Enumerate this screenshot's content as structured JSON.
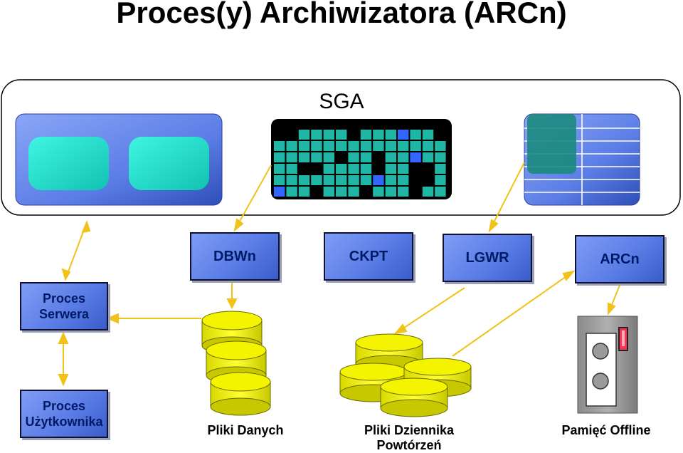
{
  "title": "Proces(y) Archiwizatora (ARCn)",
  "sga_label": "SGA",
  "processes": {
    "dbwn": "DBWn",
    "ckpt": "CKPT",
    "lgwr": "LGWR",
    "arcn": "ARCn",
    "server_line1": "Proces",
    "server_line2": "Serwera",
    "user_line1": "Proces",
    "user_line2": "Użytkownika"
  },
  "storage": {
    "data_files": "Pliki Danych",
    "redo_line1": "Pliki Dziennika",
    "redo_line2": "Powtórzeń",
    "offline": "Pamięć Offline"
  },
  "colors": {
    "box_blue": "#5b7de6",
    "cyan": "#1fd6c4",
    "teal": "#1aa89c",
    "cylinder_yellow": "#e2e200",
    "arrow": "#f0c21a"
  }
}
